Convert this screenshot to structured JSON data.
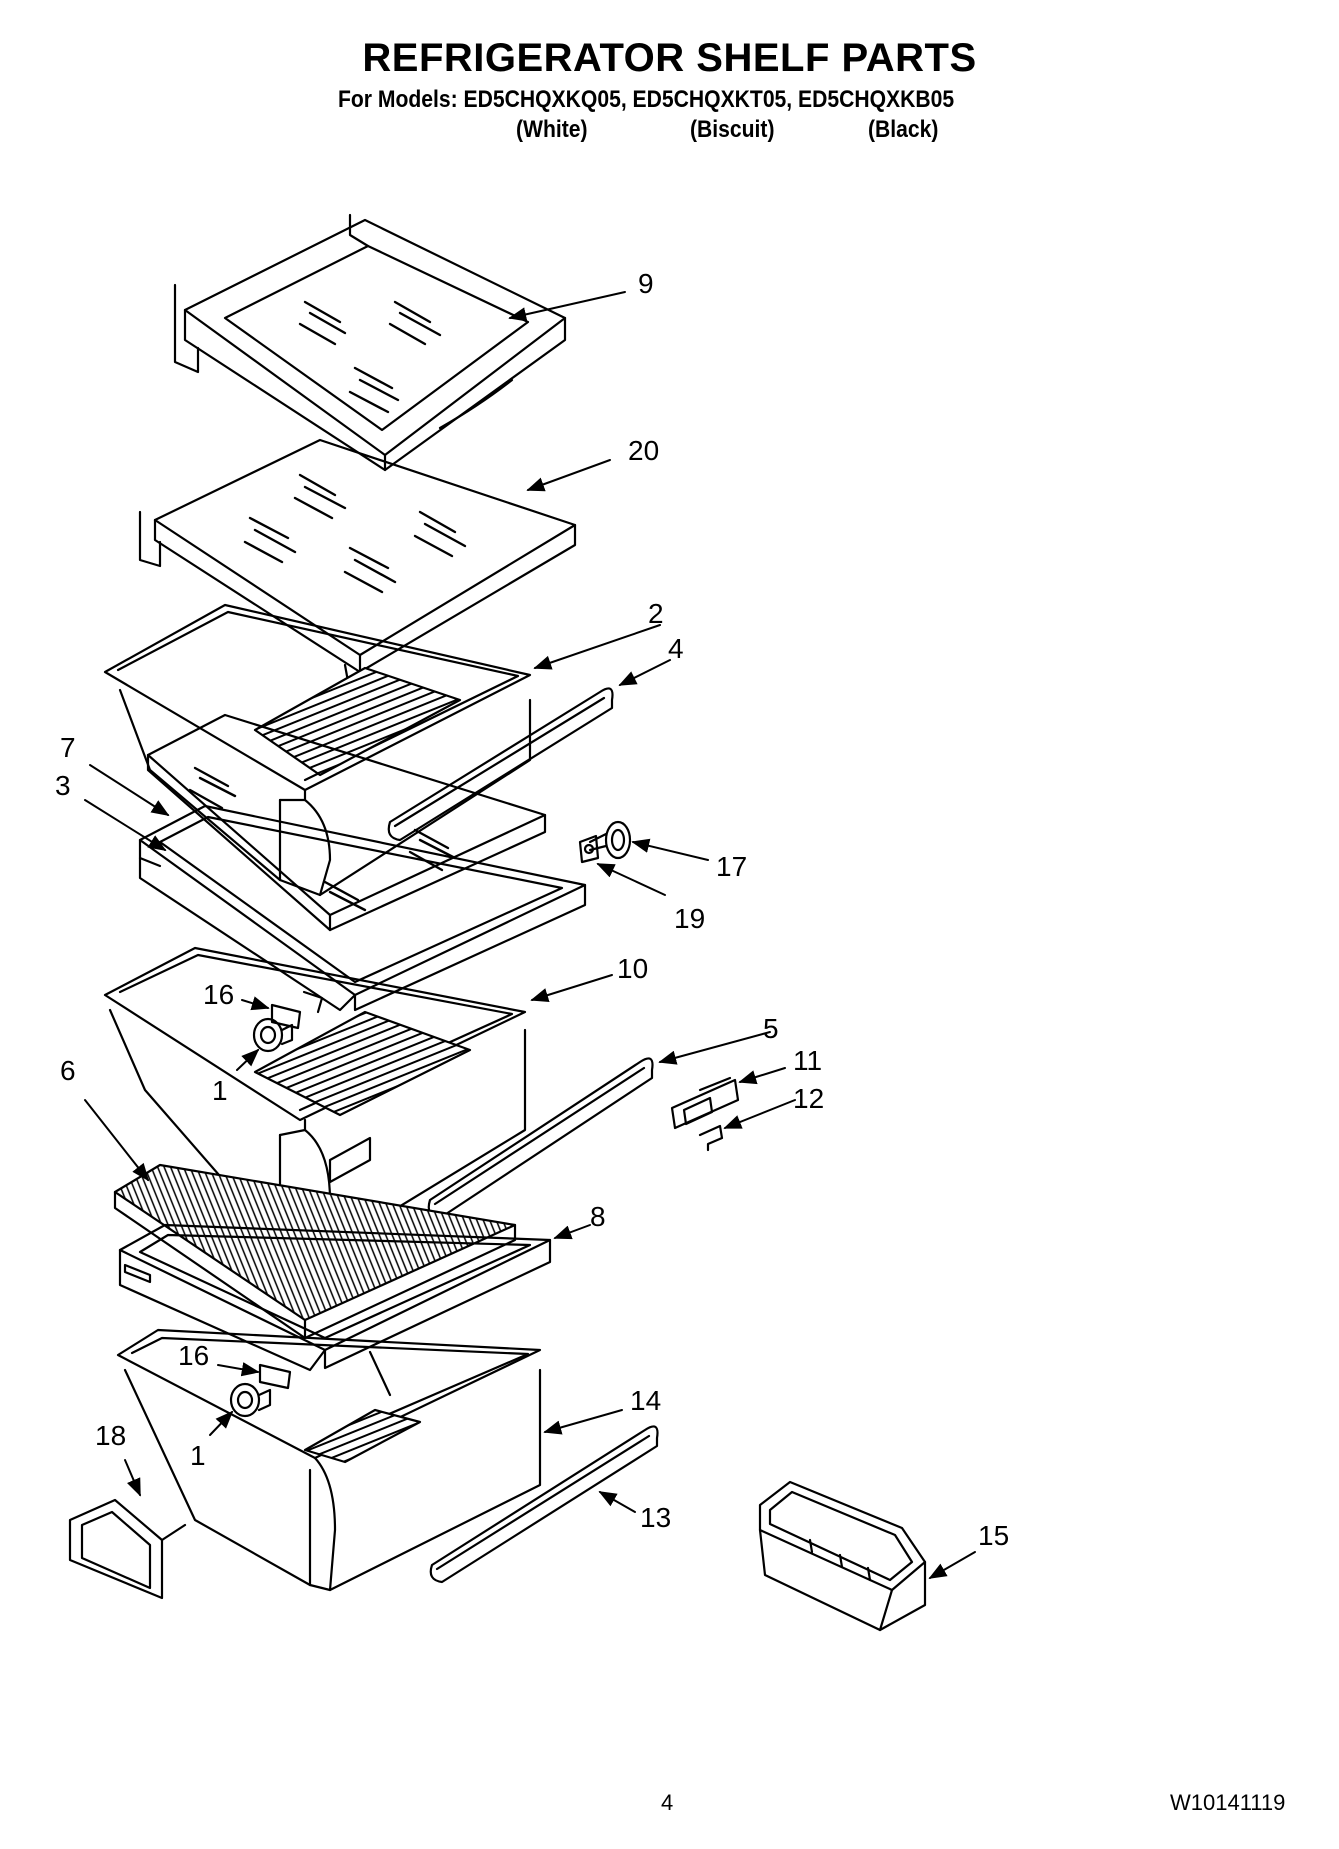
{
  "header": {
    "title": "REFRIGERATOR SHELF PARTS",
    "models_line": "For Models: ED5CHQXKQ05, ED5CHQXKT05, ED5CHQXKB05",
    "variants": [
      "(White)",
      "(Biscuit)",
      "(Black)"
    ]
  },
  "callouts": [
    {
      "num": "9",
      "part": "top-shelf"
    },
    {
      "num": "20",
      "part": "glass-shelf"
    },
    {
      "num": "2",
      "part": "upper-crisper-drawer"
    },
    {
      "num": "4",
      "part": "upper-drawer-handle"
    },
    {
      "num": "7",
      "part": "glass-cover"
    },
    {
      "num": "3",
      "part": "cover-frame"
    },
    {
      "num": "17",
      "part": "roller"
    },
    {
      "num": "19",
      "part": "screw"
    },
    {
      "num": "16",
      "part": "roller-bracket"
    },
    {
      "num": "10",
      "part": "middle-drawer"
    },
    {
      "num": "1",
      "part": "roller-wheel"
    },
    {
      "num": "5",
      "part": "middle-drawer-handle"
    },
    {
      "num": "11",
      "part": "control-slide"
    },
    {
      "num": "12",
      "part": "control-clip"
    },
    {
      "num": "6",
      "part": "glass-cover-lower"
    },
    {
      "num": "8",
      "part": "lower-cover-frame"
    },
    {
      "num": "16",
      "part": "roller-bracket-lower"
    },
    {
      "num": "14",
      "part": "lower-drawer"
    },
    {
      "num": "18",
      "part": "label-holder"
    },
    {
      "num": "1",
      "part": "roller-wheel-lower"
    },
    {
      "num": "13",
      "part": "lower-drawer-handle"
    },
    {
      "num": "15",
      "part": "utility-bin"
    }
  ],
  "footer": {
    "page_number": "4",
    "doc_number": "W10141119"
  }
}
